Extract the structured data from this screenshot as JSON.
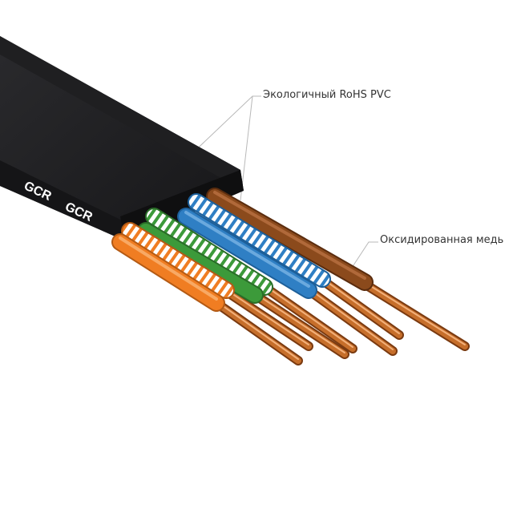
{
  "callouts": {
    "insulation": "Экологичный RoHS PVC",
    "conductor": "Оксидированная медь"
  },
  "jacket_logo": [
    "GCR",
    "GCR"
  ],
  "colors": {
    "jacket": "#1b1b1d",
    "jacket_face": "#0f0f10",
    "background": "#ffffff",
    "leader_line": "#b8b8b8",
    "callout_text": "#333333",
    "copper": "#c66e2a",
    "copper_light": "#f2b07a",
    "copper_dark": "#7a3a10"
  },
  "wires": [
    {
      "name": "orange",
      "color": "#f07d22",
      "stripe": "#ffffff"
    },
    {
      "name": "orange-white",
      "color": "#ffffff",
      "stripe": "#f07d22"
    },
    {
      "name": "green-white",
      "color": "#ffffff",
      "stripe": "#3c9a3a"
    },
    {
      "name": "green",
      "color": "#3c9a3a",
      "stripe": "#ffffff"
    },
    {
      "name": "blue-white",
      "color": "#ffffff",
      "stripe": "#2f7fc4"
    },
    {
      "name": "blue",
      "color": "#2f7fc4",
      "stripe": "#ffffff"
    },
    {
      "name": "brown",
      "color": "#8b4a1c",
      "stripe": "#8b4a1c"
    }
  ]
}
